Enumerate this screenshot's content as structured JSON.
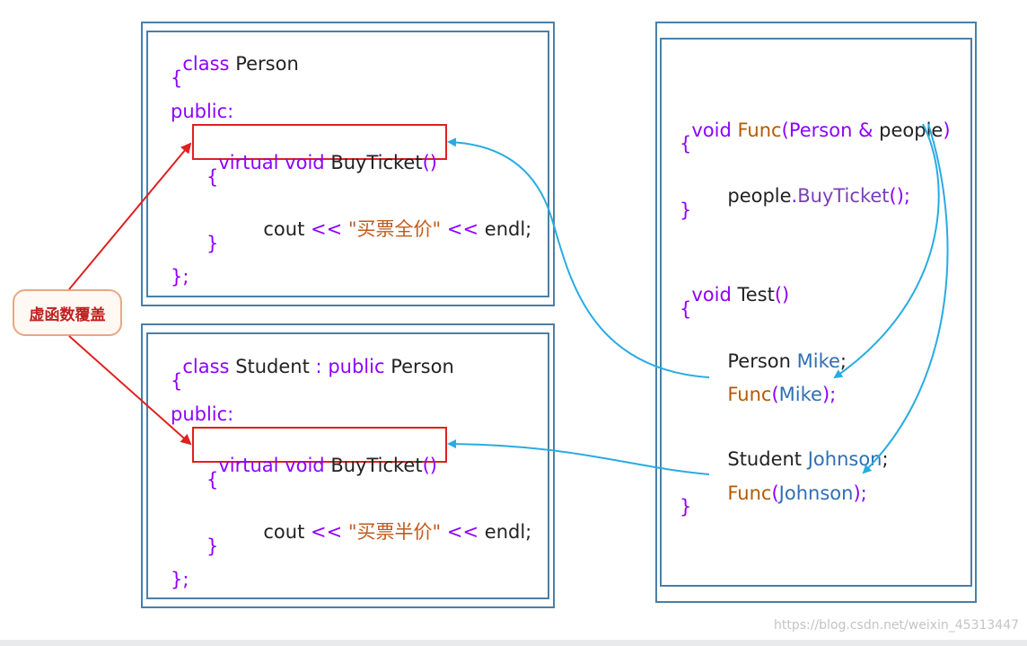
{
  "person_class": {
    "line1": {
      "kw": "class",
      "name": "Person"
    },
    "open_brace": "{",
    "access": "public:",
    "method": {
      "kw": "virtual void",
      "name": "BuyTicket",
      "parens": "()"
    },
    "body_open": "{",
    "cout": {
      "a": "cout",
      "op1": "<<",
      "str": "\"买票全价\"",
      "op2": "<<",
      "b": "endl;"
    },
    "body_close": "}",
    "close": "};"
  },
  "student_class": {
    "line1": {
      "kw": "class",
      "name": "Student",
      "colon": ":",
      "kw2": "public",
      "base": "Person"
    },
    "open_brace": "{",
    "access": "public:",
    "method": {
      "kw": "virtual void",
      "name": "BuyTicket",
      "parens": "()"
    },
    "body_open": "{",
    "cout": {
      "a": "cout",
      "op1": "<<",
      "str": "\"买票半价\"",
      "op2": "<<",
      "b": "endl;"
    },
    "body_close": "}",
    "close": "};"
  },
  "right_code": {
    "func_sig": {
      "kw": "void",
      "name": "Func",
      "open": "(",
      "type": "Person",
      "amp": "&",
      "param": "people",
      "close": ")"
    },
    "func_open": "{",
    "func_call": {
      "obj": "people",
      "dot": ".",
      "method": "BuyTicket",
      "rest": "();"
    },
    "func_close": "}",
    "test_sig": {
      "kw": "void",
      "name": "Test",
      "parens": "()"
    },
    "test_open": "{",
    "decl1": {
      "type": "Person",
      "var": "Mike",
      "semi": ";"
    },
    "call1": {
      "fn": "Func",
      "open": "(",
      "arg": "Mike",
      "close": ");"
    },
    "decl2": {
      "type": "Student",
      "var": "Johnson",
      "semi": ";"
    },
    "call2": {
      "fn": "Func",
      "open": "(",
      "arg": "Johnson",
      "close": ");"
    },
    "test_close": "}"
  },
  "label": "虚函数覆盖",
  "watermark": "https://blog.csdn.net/weixin_45313447",
  "colors": {
    "frame": "#4a7fa8",
    "keyword": "#8f00ff",
    "string": "#c05a1c",
    "highlight": "#e02020",
    "arrow_blue": "#29abe2",
    "arrow_red": "#e02020"
  }
}
